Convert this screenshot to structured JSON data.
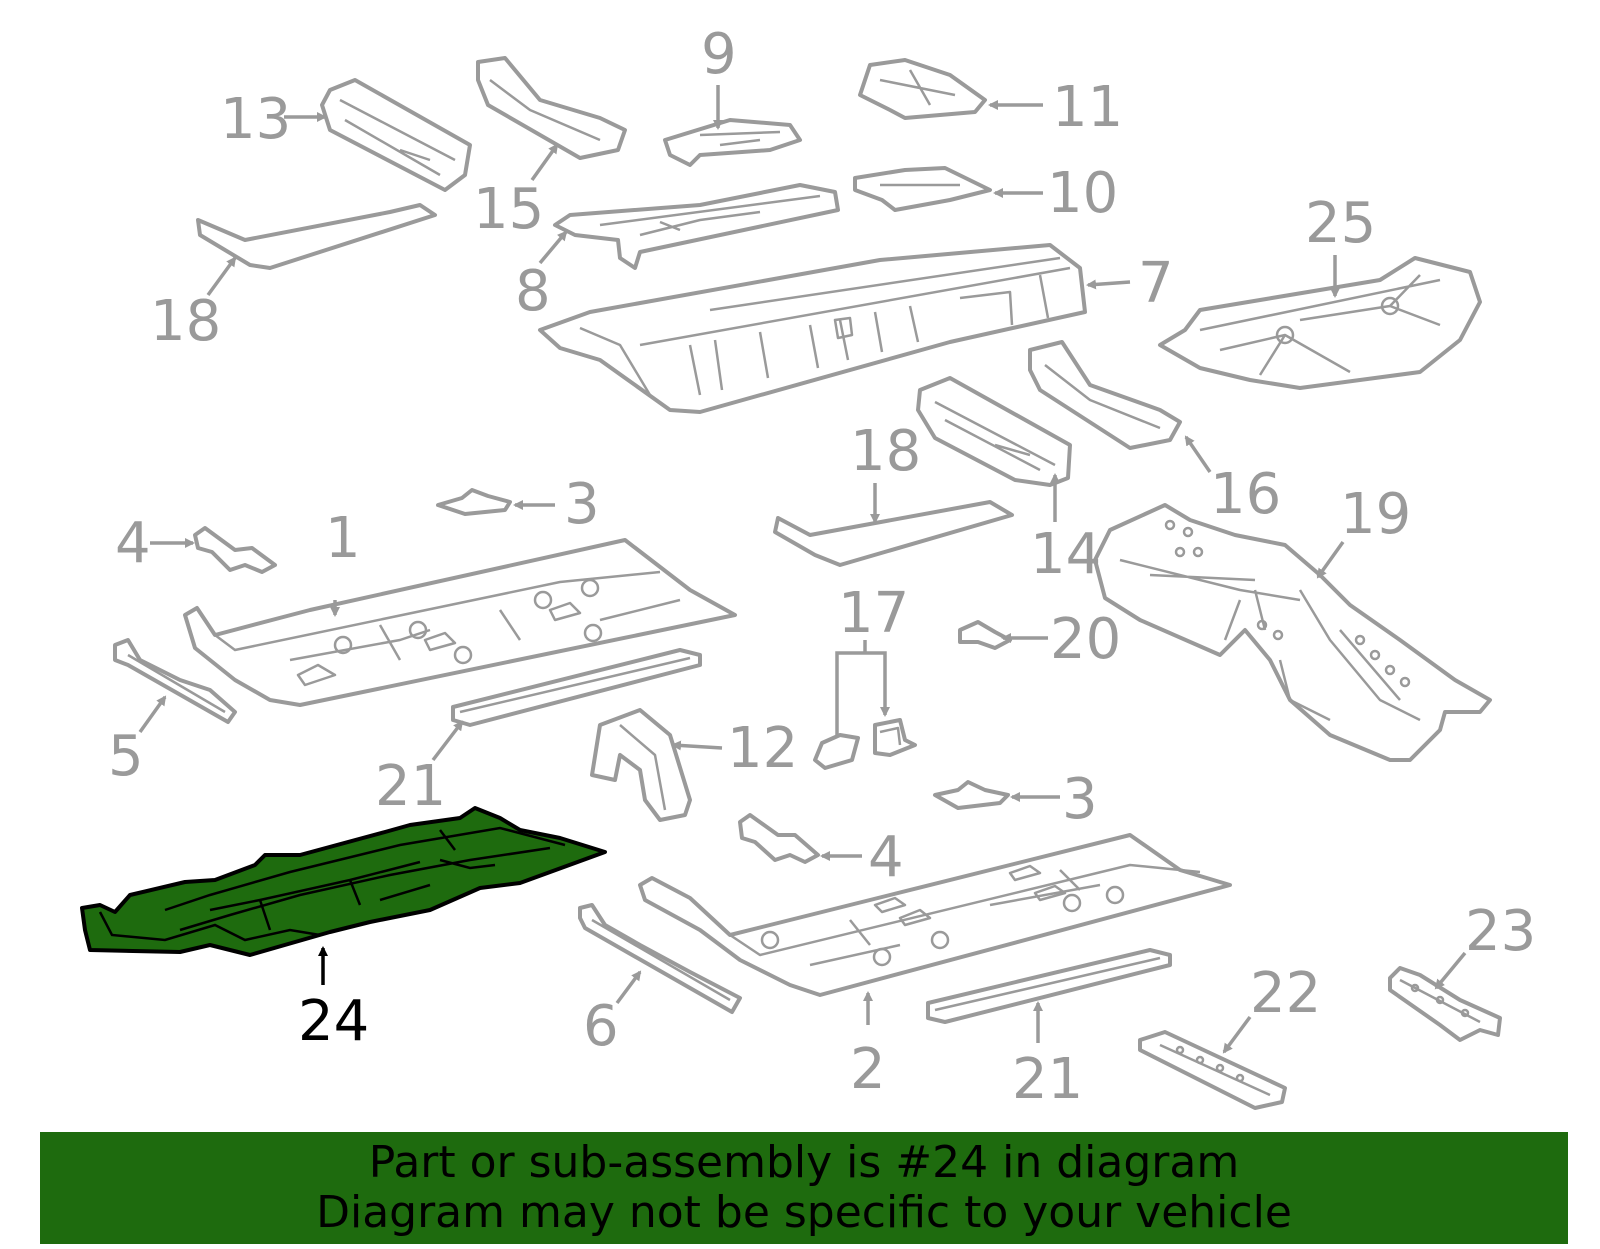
{
  "diagram": {
    "highlight_color": "#1e6b0e",
    "part_line_color": "#9a9a9a",
    "callouts": [
      "1",
      "2",
      "3",
      "3",
      "4",
      "4",
      "5",
      "6",
      "7",
      "8",
      "9",
      "10",
      "11",
      "12",
      "13",
      "14",
      "15",
      "16",
      "17",
      "18",
      "18",
      "19",
      "20",
      "21",
      "21",
      "22",
      "23",
      "24",
      "25"
    ],
    "highlighted_callout": "24"
  },
  "banner": {
    "line1": "Part or sub-assembly is #24 in diagram",
    "line2": "Diagram may not be specific to your vehicle"
  }
}
